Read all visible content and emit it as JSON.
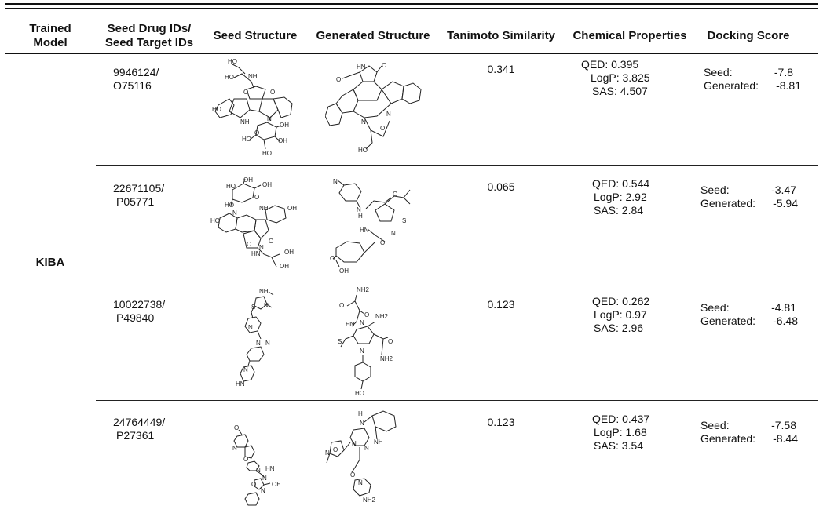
{
  "headers": {
    "model": [
      "Trained",
      "Model"
    ],
    "ids": [
      "Seed Drug IDs/",
      "Seed Target IDs"
    ],
    "seed_structure": "Seed Structure",
    "generated_structure": "Generated Structure",
    "tanimoto": "Tanimoto Similarity",
    "chemical": "Chemical Properties",
    "docking": "Docking Score"
  },
  "model_name": "KIBA",
  "docking_labels": {
    "seed": "Seed:",
    "generated": "Generated:"
  },
  "rows": [
    {
      "drug_id": "9946124/",
      "target_id": "O75116",
      "tanimoto": "0.341",
      "qed": "QED: 0.395",
      "logp": "LogP: 3.825",
      "sas": "SAS: 4.507",
      "seed_score": "-7.8",
      "generated_score": "-8.81"
    },
    {
      "drug_id": "22671105/",
      "target_id": "P05771",
      "tanimoto": "0.065",
      "qed": "QED: 0.544",
      "logp": "LogP: 2.92",
      "sas": "SAS: 2.84",
      "seed_score": "-3.47",
      "generated_score": "-5.94"
    },
    {
      "drug_id": "10022738/",
      "target_id": "P49840",
      "tanimoto": "0.123",
      "qed": "QED: 0.262",
      "logp": "LogP: 0.97",
      "sas": "SAS: 2.96",
      "seed_score": "-4.81",
      "generated_score": "-6.48"
    },
    {
      "drug_id": "24764449/",
      "target_id": "P27361",
      "tanimoto": "0.123",
      "qed": "QED: 0.437",
      "logp": "LogP: 1.68",
      "sas": "SAS: 3.54",
      "seed_score": "-7.58",
      "generated_score": "-8.44"
    }
  ],
  "structure_atoms": {
    "r0_seed": [
      "HO",
      "NH",
      "HO",
      "O",
      "O",
      "HO",
      "NH",
      "N",
      "O",
      "OH",
      "HO",
      "OH",
      "HO"
    ],
    "r0_gen": [
      "HN",
      "O",
      "O",
      "N",
      "N",
      "O",
      "HO"
    ],
    "r1_seed": [
      "HO",
      "OH",
      "OH",
      "HO",
      "O",
      "NH",
      "HO",
      "OH",
      "N",
      "O",
      "O",
      "N",
      "HN",
      "OH",
      "OH"
    ],
    "r1_gen": [
      "N",
      "O",
      "N",
      "H",
      "HN",
      "S",
      "N",
      "O",
      "O",
      "OH"
    ],
    "r2_seed": [
      "NH",
      "N",
      "S",
      "N",
      "N",
      "N",
      "N",
      "HN"
    ],
    "r2_gen": [
      "O",
      "NH2",
      "O",
      "N",
      "NH2",
      "HN",
      "S",
      "N",
      "O",
      "NH2",
      "HO"
    ],
    "r3_seed": [
      "O",
      "N",
      "O",
      "N",
      "N",
      "HN",
      "O",
      "N",
      "OH"
    ],
    "r3_gen": [
      "H",
      "N",
      "NH",
      "N",
      "O",
      "N",
      "N",
      "O",
      "N",
      "NH2"
    ]
  }
}
